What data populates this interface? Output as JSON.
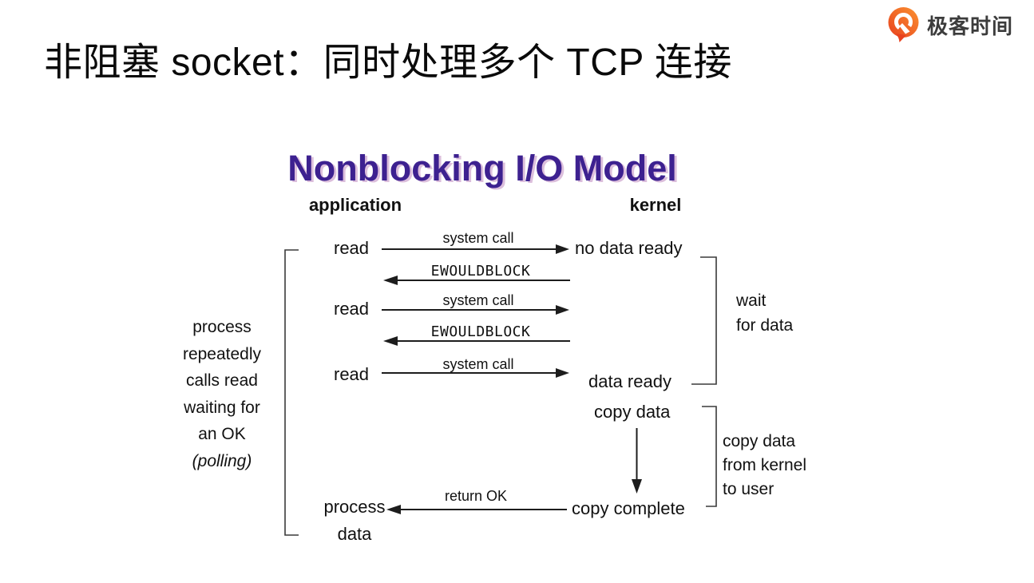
{
  "slide": {
    "title": "非阻塞 socket：同时处理多个 TCP 连接"
  },
  "brand": {
    "name": "极客时间",
    "icon": "geektime-pin-icon",
    "icon_gradient": [
      "#e8421f",
      "#fb9130"
    ],
    "text_color": "#3c3c3c"
  },
  "diagram": {
    "title": "Nonblocking I/O Model",
    "title_color": "#3d2190",
    "title_shadow_color": "#ca9cca",
    "columns": {
      "left": "application",
      "right": "kernel"
    },
    "flow": {
      "read": "read",
      "system_call": "system call",
      "ewouldblock": "EWOULDBLOCK",
      "no_data_ready": "no data ready",
      "data_ready": "data ready",
      "copy_data": "copy data",
      "copy_complete": "copy complete",
      "return_ok": "return OK",
      "process": "process",
      "process_line2": "data"
    },
    "left_note": {
      "line1": "process",
      "line2": "repeatedly",
      "line3": "calls read",
      "line4": "waiting for",
      "line5": "an OK",
      "line6": "(polling)"
    },
    "wait_note": {
      "line1": "wait",
      "line2": "for data"
    },
    "copy_note": {
      "line1": "copy data",
      "line2": "from kernel",
      "line3": "to user"
    }
  }
}
